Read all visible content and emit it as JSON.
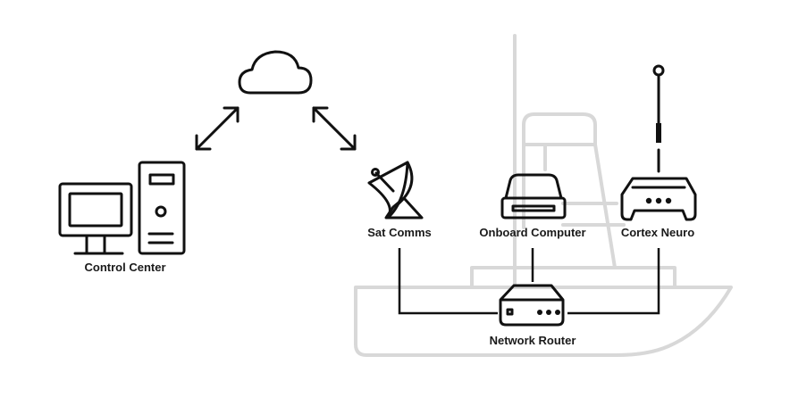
{
  "nodes": {
    "control_center": "Control Center",
    "sat_comms": "Sat Comms",
    "onboard_computer": "Onboard Computer",
    "cortex_neuro": "Cortex Neuro",
    "network_router": "Network Router"
  },
  "icons": {
    "cloud": "cloud-icon",
    "monitor": "monitor-icon",
    "tower": "desktop-tower-icon",
    "satellite": "satellite-dish-icon",
    "computer": "onboard-computer-icon",
    "cortex": "cortex-device-icon",
    "antenna": "antenna-icon",
    "router": "router-icon",
    "ship": "ship-outline"
  },
  "colors": {
    "ink": "#111111",
    "ship_outline": "#d8d8d8",
    "background": "#ffffff"
  }
}
